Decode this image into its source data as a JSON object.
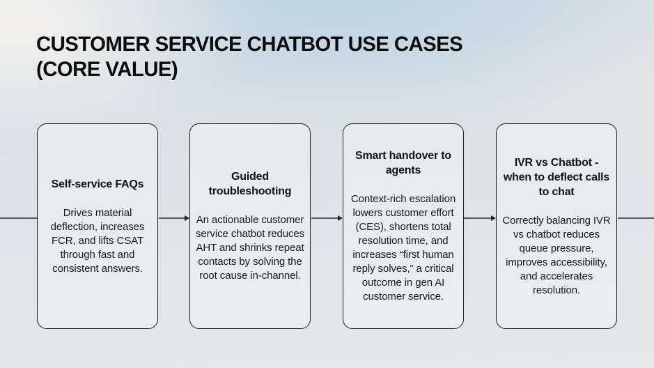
{
  "header": {
    "title_line1": "CUSTOMER SERVICE CHATBOT USE CASES",
    "title_line2": "(CORE VALUE)"
  },
  "cards": [
    {
      "heading": "Self-service FAQs",
      "body": "Drives material deflection, increases FCR, and lifts CSAT through fast and consistent answers."
    },
    {
      "heading": "Guided troubleshooting",
      "body": "An actionable customer service chatbot reduces AHT and shrinks repeat contacts by solving the root cause in-channel."
    },
    {
      "heading": "Smart handover to agents",
      "body": "Context-rich escalation lowers customer effort (CES), shortens total resolution time, and increases “first human reply solves,” a critical outcome in gen AI customer service."
    },
    {
      "heading": "IVR vs Chatbot - when to deflect calls to chat",
      "body": "Correctly balancing IVR vs chatbot reduces queue pressure, improves accessibility, and accelerates resolution."
    }
  ],
  "colors": {
    "background_blue": "#cfdde8",
    "background_light": "#f2f1ee",
    "card_fill_overlay": "rgba(243,246,247,0.45)",
    "card_border": "#1d1d1f",
    "connector_line": "#55585c",
    "arrowhead": "#27282a",
    "title_text": "#0b0b0c",
    "body_text": "#17181a"
  }
}
